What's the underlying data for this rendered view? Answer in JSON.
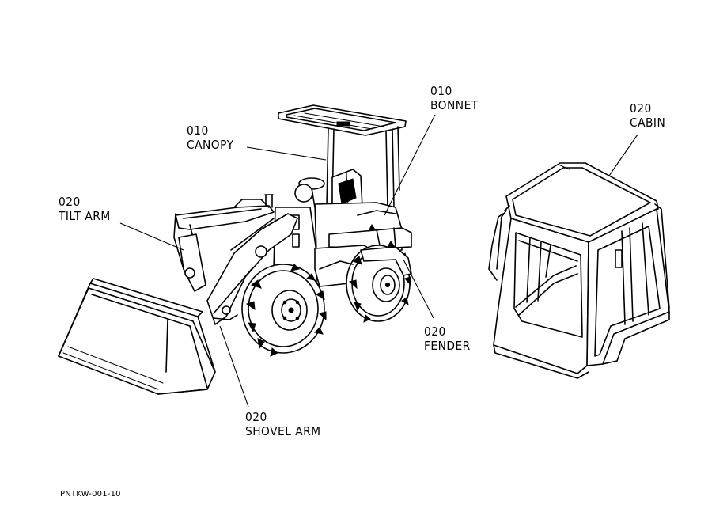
{
  "callouts": {
    "canopy": {
      "part_no": "010",
      "part_name": "CANOPY"
    },
    "bonnet": {
      "part_no": "010",
      "part_name": "BONNET"
    },
    "cabin": {
      "part_no": "020",
      "part_name": "CABIN"
    },
    "tilt_arm": {
      "part_no": "020",
      "part_name": "TILT ARM"
    },
    "fender": {
      "part_no": "020",
      "part_name": "FENDER"
    },
    "shovel_arm": {
      "part_no": "020",
      "part_name": "SHOVEL ARM"
    }
  },
  "drawing_code": "PNTKW-001-10"
}
